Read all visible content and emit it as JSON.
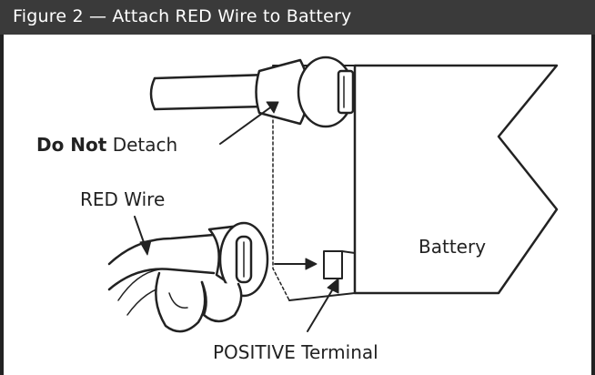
{
  "header": {
    "title": "Figure 2 — Attach RED Wire to Battery"
  },
  "labels": {
    "do_not_bold": "Do Not",
    "detach": " Detach",
    "red_wire": "RED Wire",
    "battery": "Battery",
    "positive_terminal": "POSITIVE Terminal"
  },
  "colors": {
    "header_bg": "#3a3a3a",
    "line": "#222222",
    "frame": "#111111"
  }
}
